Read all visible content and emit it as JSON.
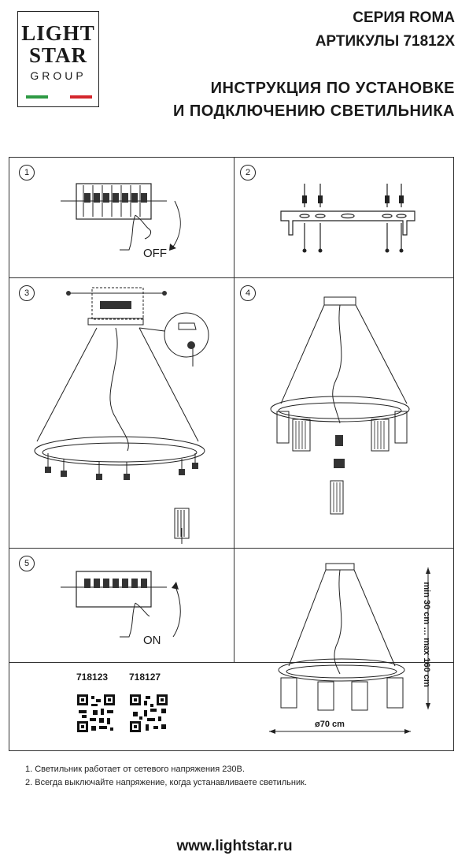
{
  "logo": {
    "line1": "LIGHT",
    "line2": "STAR",
    "line3": "GROUP",
    "flag_colors": [
      "#2e9a44",
      "#ffffff",
      "#d4262c"
    ]
  },
  "header": {
    "series": "СЕРИЯ ROMA",
    "articles": "АРТИКУЛЫ 71812X",
    "instruction_line1": "ИНСТРУКЦИЯ ПО УСТАНОВКЕ",
    "instruction_line2": "И ПОДКЛЮЧЕНИЮ СВЕТИЛЬНИКА"
  },
  "steps": [
    {
      "number": "1",
      "label": "OFF"
    },
    {
      "number": "2"
    },
    {
      "number": "3"
    },
    {
      "number": "4"
    },
    {
      "number": "5",
      "label": "ON"
    }
  ],
  "dimensions": {
    "height_range": "min 30 cm … max 160 cm",
    "diameter": "ø70 cm"
  },
  "articles": [
    "718123",
    "718127"
  ],
  "notes": [
    "1. Светильник работает от сетевого напряжения 230В.",
    "2. Всегда выключайте напряжение, когда устанавливаете светильник."
  ],
  "footer": {
    "url": "www.lightstar.ru"
  }
}
